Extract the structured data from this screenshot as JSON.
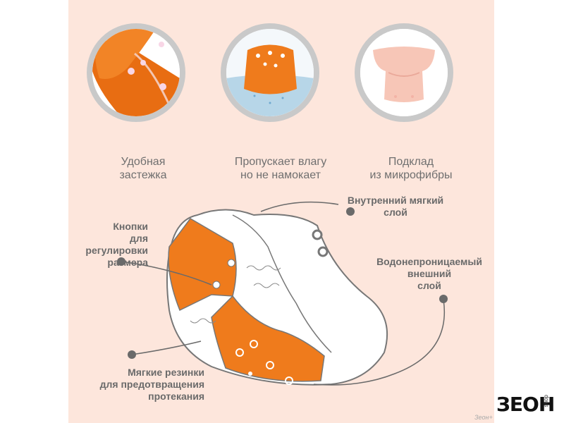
{
  "features": [
    {
      "line1": "Удобная",
      "line2": "застежка"
    },
    {
      "line1": "Пропускает влагу",
      "line2": "но не намокает"
    },
    {
      "line1": "Подклад",
      "line2": "из микрофибры"
    }
  ],
  "callouts": {
    "inner_layer": {
      "line1": "Внутренний мягкий",
      "line2": "слой"
    },
    "buttons": {
      "line1": "Кнопки",
      "line2": "для регулировки",
      "line3": "размера"
    },
    "outer_layer": {
      "line1": "Водонепроницаемый",
      "line2": "внешний",
      "line3": "слой"
    },
    "elastics": {
      "line1": "Мягкие резинки",
      "line2": "для предотвращения",
      "line3": "протекания"
    }
  },
  "brand": {
    "logo": "ЗЕОН",
    "sub": "shop",
    "watermark": "Зеон+"
  },
  "colors": {
    "orange": "#ef7b1c",
    "panel": "#fde6dc",
    "ring": "#c9c9c9",
    "text": "#6a6a6a",
    "lining": "#f7c6b7"
  }
}
